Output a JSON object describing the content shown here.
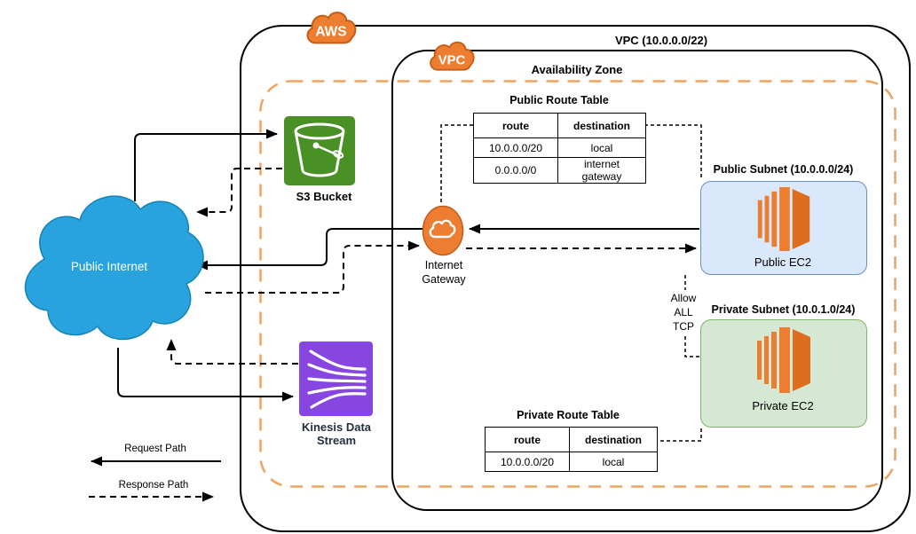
{
  "badges": {
    "aws": "AWS",
    "vpc": "VPC"
  },
  "labels": {
    "vpc": "VPC (10.0.0.0/22)",
    "availability_zone": "Availability Zone",
    "public_internet": "Public Internet",
    "s3": "S3 Bucket",
    "kinesis_line1": "Kinesis Data",
    "kinesis_line2": "Stream",
    "igw_line1": "Internet",
    "igw_line2": "Gateway",
    "public_subnet": "Public Subnet (10.0.0.0/24)",
    "public_ec2": "Public EC2",
    "private_subnet": "Private Subnet (10.0.1.0/24)",
    "private_ec2": "Private EC2",
    "allow_tcp": [
      "Allow",
      "ALL",
      "TCP"
    ]
  },
  "tables": {
    "public_route_table": {
      "title": "Public Route Table",
      "headers": [
        "route",
        "destination"
      ],
      "rows": [
        [
          "10.0.0.0/20",
          "local"
        ],
        [
          "0.0.0.0/0",
          "internet gateway"
        ]
      ]
    },
    "private_route_table": {
      "title": "Private Route Table",
      "headers": [
        "route",
        "destination"
      ],
      "rows": [
        [
          "10.0.0.0/20",
          "local"
        ]
      ]
    }
  },
  "legend": {
    "request": "Request Path",
    "response": "Response Path"
  },
  "colors": {
    "aws_orange": "#ED7D31",
    "aws_orange_border": "#C55A11",
    "az_dash_orange": "#F0A35F",
    "s3_green": "#4A9125",
    "kinesis_purple": "#8746E0",
    "internet_blue": "#29A3DD",
    "public_subnet_fill": "#DAE8FC",
    "public_subnet_border": "#6C8EBF",
    "private_subnet_fill": "#D5E8D4",
    "private_subnet_border": "#82B366",
    "line": "#000000"
  }
}
